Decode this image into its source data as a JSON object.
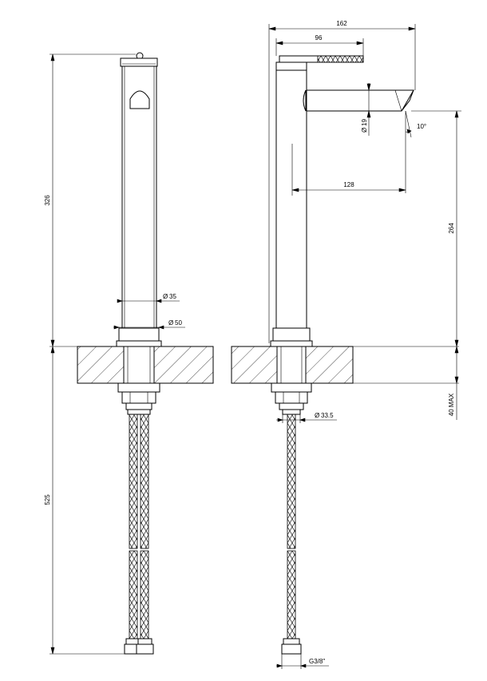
{
  "dimensions": {
    "front_height_upper": "326",
    "front_height_lower": "525",
    "dia_body": "35",
    "dia_base": "50",
    "overall_width": "162",
    "handle_length": "96",
    "dia_spout": "19",
    "spout_angle": "10°",
    "spout_reach": "128",
    "spout_height": "264",
    "deck_max": "40 MAX",
    "dia_shank": "33.5",
    "thread": "G3/8\""
  },
  "colors": {
    "line": "#000000",
    "background": "#ffffff"
  }
}
